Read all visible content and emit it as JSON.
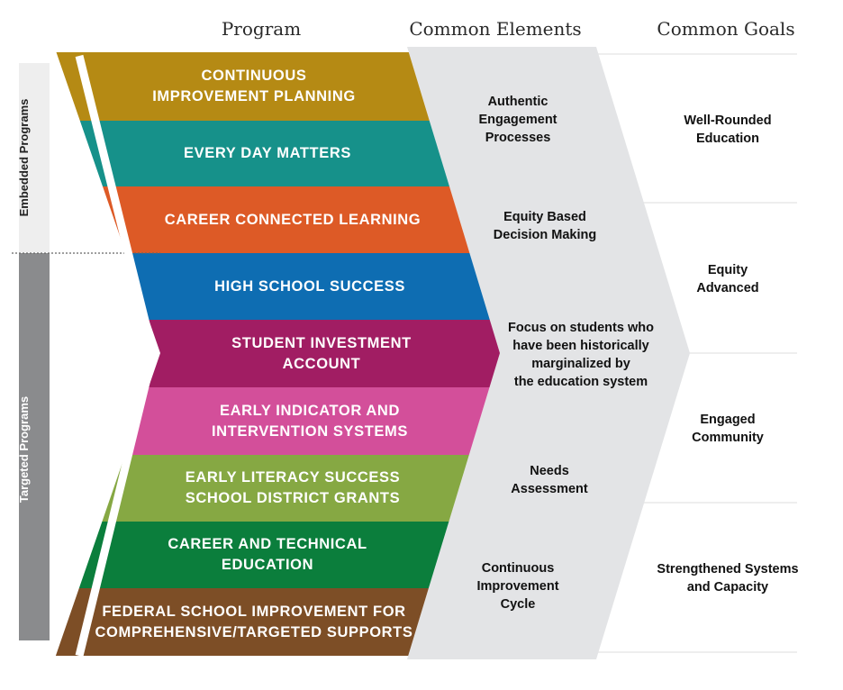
{
  "headers": {
    "program": "Program",
    "elements": "Common Elements",
    "goals": "Common Goals"
  },
  "side_labels": {
    "embedded": "Embedded Programs",
    "targeted": "Targeted Programs"
  },
  "programs": [
    {
      "lines": [
        "CONTINUOUS",
        "IMPROVEMENT PLANNING"
      ],
      "color": "#B58A14"
    },
    {
      "lines": [
        "EVERY DAY MATTERS"
      ],
      "color": "#16918A"
    },
    {
      "lines": [
        "CAREER CONNECTED LEARNING"
      ],
      "color": "#DD5A26"
    },
    {
      "lines": [
        "HIGH SCHOOL SUCCESS"
      ],
      "color": "#0E6DB2"
    },
    {
      "lines": [
        "STUDENT INVESTMENT",
        "ACCOUNT"
      ],
      "color": "#A11D63"
    },
    {
      "lines": [
        "EARLY INDICATOR AND",
        "INTERVENTION SYSTEMS"
      ],
      "color": "#D34F9A"
    },
    {
      "lines": [
        "EARLY LITERACY SUCCESS",
        "SCHOOL DISTRICT GRANTS"
      ],
      "color": "#86A843"
    },
    {
      "lines": [
        "CAREER AND TECHNICAL",
        "EDUCATION"
      ],
      "color": "#0B7E3C"
    },
    {
      "lines": [
        "FEDERAL SCHOOL IMPROVEMENT FOR",
        "COMPREHENSIVE/TARGETED SUPPORTS"
      ],
      "color": "#7D4E26"
    }
  ],
  "elements": [
    {
      "lines": [
        "Authentic",
        "Engagement",
        "Processes"
      ]
    },
    {
      "lines": [
        "Equity Based",
        "Decision Making"
      ]
    },
    {
      "lines": [
        "Focus on students who",
        "have been historically",
        "marginalized by",
        "the education system"
      ]
    },
    {
      "lines": [
        "Needs",
        "Assessment"
      ]
    },
    {
      "lines": [
        "Continuous",
        "Improvement",
        "Cycle"
      ]
    }
  ],
  "goals": [
    {
      "lines": [
        "Well-Rounded",
        "Education"
      ]
    },
    {
      "lines": [
        "Equity",
        "Advanced"
      ]
    },
    {
      "lines": [
        "Engaged",
        "Community"
      ]
    },
    {
      "lines": [
        "Strengthened Systems",
        "and Capacity"
      ]
    }
  ],
  "colors": {
    "elements_band": "#E3E4E6",
    "goal_divider": "#E8E8E8",
    "embedded_bar": "#EEEEEE",
    "targeted_bar": "#8A8B8D",
    "chevron_divider": "#FFFFFF",
    "dotted_line": "#666666"
  }
}
